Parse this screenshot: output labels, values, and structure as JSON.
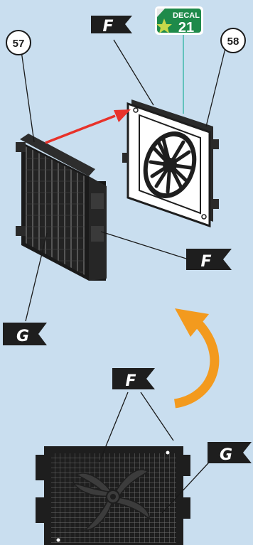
{
  "callouts": {
    "part_left": "57",
    "part_right": "58"
  },
  "decal": {
    "label": "DECAL",
    "number": "21",
    "badge_color": "#1e8a4a",
    "star_color": "#c8d84a"
  },
  "flags": {
    "top": "F",
    "middle_right": "F",
    "left": "G",
    "bottom_top": "F",
    "bottom_right": "G"
  },
  "colors": {
    "background": "#c9deef",
    "arrow_red": "#e8322a",
    "arrow_orange": "#f39a1e",
    "part_dark": "#1e1e1e",
    "leader_line": "#1a1a1a",
    "decal_leader": "#2bb3a0"
  },
  "icons": [
    "fan-shroud",
    "radiator-grille",
    "rotate-arrow",
    "assembly-arrow"
  ]
}
